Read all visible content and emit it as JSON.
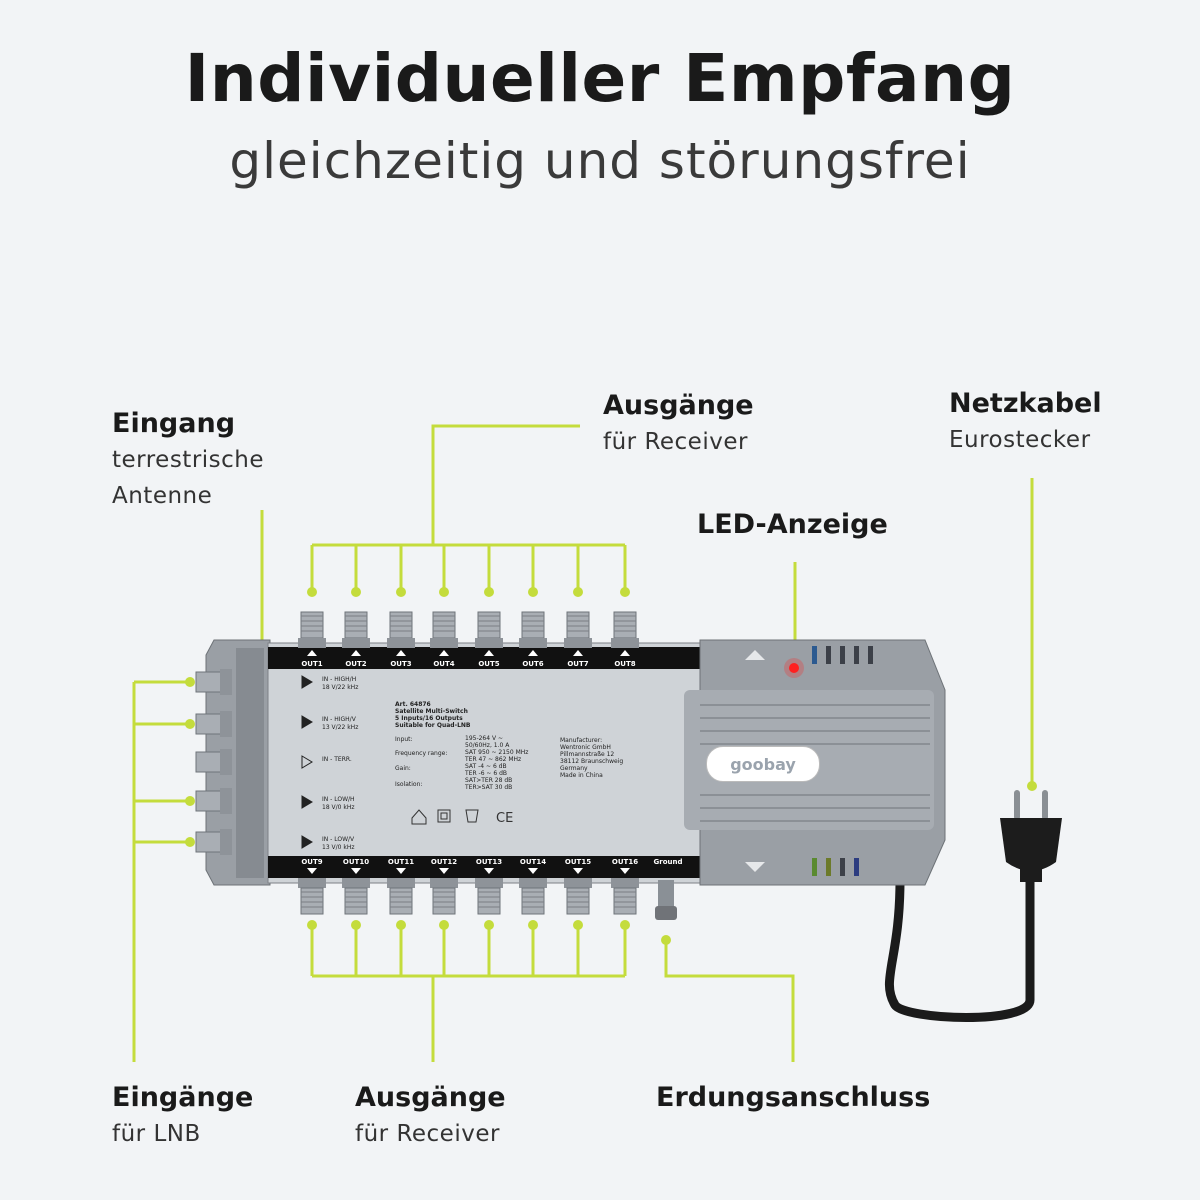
{
  "header": {
    "title": "Individueller Empfang",
    "subtitle": "gleichzeitig und störungsfrei"
  },
  "callouts": {
    "eingang": {
      "heading": "Eingang",
      "line1": "terrestrische",
      "line2": "Antenne"
    },
    "ausgaenge_top": {
      "heading": "Ausgänge",
      "sub": "für Receiver"
    },
    "netzkabel": {
      "heading": "Netzkabel",
      "sub": "Eurostecker"
    },
    "led": {
      "heading": "LED-Anzeige"
    },
    "eingaenge": {
      "heading": "Eingänge",
      "sub": "für LNB"
    },
    "ausgaenge_bottom": {
      "heading": "Ausgänge",
      "sub": "für Receiver"
    },
    "erdung": {
      "heading": "Erdungsanschluss"
    }
  },
  "device": {
    "brand": "goobay",
    "top_ports": [
      "OUT1",
      "OUT2",
      "OUT3",
      "OUT4",
      "OUT5",
      "OUT6",
      "OUT7",
      "OUT8"
    ],
    "bottom_ports": [
      "OUT9",
      "OUT10",
      "OUT11",
      "OUT12",
      "OUT13",
      "OUT14",
      "OUT15",
      "OUT16",
      "Ground"
    ],
    "inputs": [
      {
        "name": "IN - HIGH/H",
        "spec": "18 V/22 kHz"
      },
      {
        "name": "IN - HIGH/V",
        "spec": "13 V/22 kHz"
      },
      {
        "name": "IN - TERR.",
        "spec": ""
      },
      {
        "name": "IN - LOW/H",
        "spec": "18 V/0 kHz"
      },
      {
        "name": "IN - LOW/V",
        "spec": "13 V/0 kHz"
      }
    ],
    "label_head": [
      "Art. 64876",
      "Satellite Multi-Switch",
      "5 Inputs/16 Outputs",
      "Suitable for Quad-LNB"
    ],
    "spec_keys": [
      "Input:",
      "Frequency range:",
      "Gain:",
      "Isolation:"
    ],
    "spec_values": [
      "195-264 V ~",
      "50/60Hz, 1.0 A",
      "SAT 950 ~ 2150 MHz",
      "TER 47 ~ 862 MHz",
      "SAT -4 ~ 6 dB",
      "TER -6 ~ 6 dB",
      "SAT>TER 28 dB",
      "TER>SAT 30 dB"
    ],
    "manufacturer": [
      "Manufacturer:",
      "Wentronic GmbH",
      "Pillmannstraße 12",
      "38112 Braunschweig",
      "Germany",
      "Made in China"
    ],
    "ce_mark": "CE"
  },
  "colors": {
    "accent": "#c4dc3c",
    "led": "#ff2020",
    "housing": "#9a9fa5",
    "plate": "#cfd3d7"
  }
}
